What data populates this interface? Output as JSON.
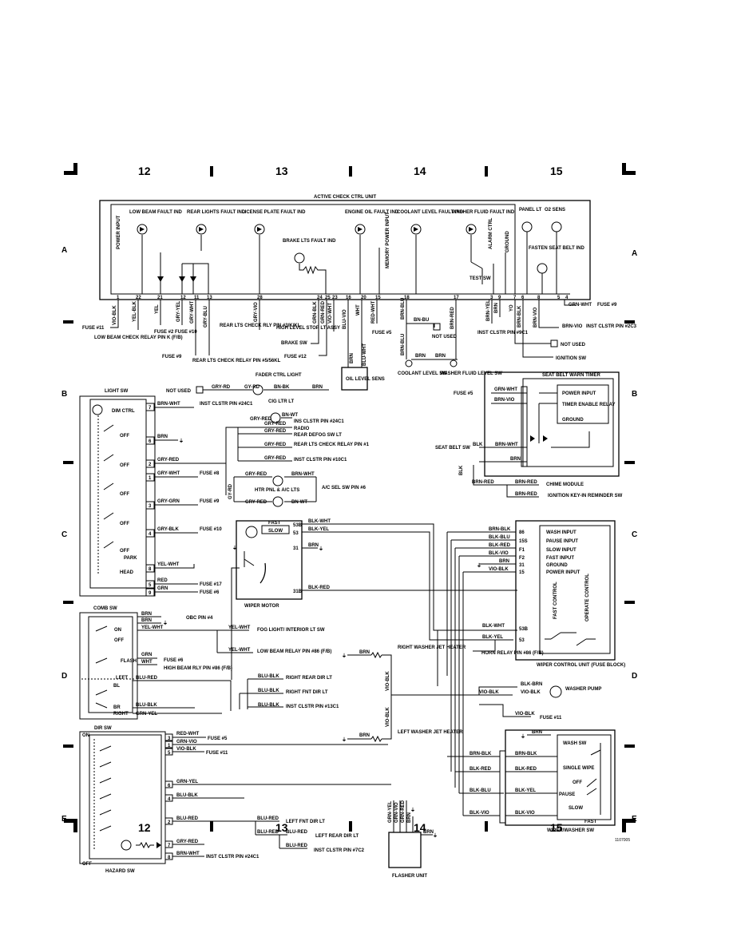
{
  "grid": {
    "columns": [
      "12",
      "13",
      "14",
      "15"
    ],
    "rows": [
      "A",
      "B",
      "C",
      "D",
      "E"
    ]
  },
  "active_check": {
    "title": "ACTIVE CHECK CTRL UNIT",
    "power_input": "POWER INPUT",
    "indicators": [
      "LOW BEAM FAULT IND",
      "REAR LIGHTS FAULT IND",
      "LICENSE PLATE FAULT IND",
      "ENGINE OIL FAULT IND",
      "COOLANT LEVEL FAULT IND",
      "WASHER FLUID FAULT IND"
    ],
    "brake_lts_fault_ind": "BRAKE LTS FAULT IND",
    "memory_power_input": "MEMORY POWER INPUT",
    "alarm_ctrl": "ALARM CTRL",
    "ground": "GROUND",
    "panel_lt": "PANEL LT",
    "o2_sens": "O2 SENS",
    "fasten_seat_belt_ind": "FASTEN SEAT BELT IND",
    "test_sw": "TEST SW",
    "pins": [
      "1",
      "22",
      "21",
      "12",
      "11",
      "13",
      "28",
      "24",
      "25",
      "23",
      "16",
      "20",
      "15",
      "18",
      "17",
      "3",
      "9",
      "7",
      "6",
      "8",
      "5",
      "4"
    ]
  },
  "top_wires": {
    "vio_blk": "VIO-BLK",
    "yel_blk": "YEL-BLK",
    "yel": "YEL",
    "gry_yel": "GRY-YEL",
    "gry_wht": "GRY-WHT",
    "gry_blu": "GRY-BLU",
    "gry_vio": "GRY-VIO",
    "grn_blk": "GRN-BLK",
    "grn_red": "GRN-RED",
    "vio_wht": "VIO-WHT",
    "blu_vio": "BLU-VIO",
    "wht": "WHT",
    "red_wht": "RED-WHT",
    "brn_blu": "BRN-BLU",
    "brn_red": "BRN-RED",
    "brn_yel": "BRN-YEL",
    "brn": "BRN",
    "yo": "YO",
    "brn_blk": "BRN-BLK",
    "brn_vio": "BRN-VIO",
    "grn_wht": "GRN-WHT",
    "blu_wht": "BLU-WHT",
    "bn_bu": "BN-BU",
    "wht_gray": "WHT"
  },
  "top_labels": {
    "fuse_11": "FUSE #11",
    "low_beam_relay": "LOW BEAM CHECK RELAY PIN K (F/B)",
    "fuse_2": "FUSE #2",
    "fuse_10": "FUSE #10",
    "rear_lts_check_rly": "REAR LTS CHECK RLY PIN #3/K/KL",
    "fuse_9": "FUSE #9",
    "rear_lts_check_relay": "REAR LTS CHECK RELAY PIN #5/56KL",
    "high_level_stop": "HIGH LEVEL STOP LT ASSY",
    "brake_sw": "BRAKE SW",
    "fuse_12": "FUSE #12",
    "fuse_5": "FUSE #5",
    "oil_level_sens": "OIL LEVEL SENS",
    "not_used": "NOT USED",
    "coolant_level_sw": "COOLANT LEVEL SW",
    "washer_fluid_level_sw": "WASHER FLUID LEVEL SW",
    "inst_clstr_9c1": "INST CLSTR PIN #9C1",
    "not_used_2": "NOT USED",
    "ignition_sw": "IGNITION SW",
    "inst_clstr_2c3": "INST CLSTR PIN #2C3",
    "fuse_9_right": "FUSE #9"
  },
  "light_sw": {
    "title": "LIGHT SW",
    "dim_ctrl": "DIM CTRL",
    "off": "OFF",
    "park": "PARK",
    "head": "HEAD",
    "not_used": "NOT USED",
    "gry_rd": "GRY-RD",
    "gy_rd": "GY-RD",
    "brn": "BRN",
    "bn_bk": "BN-BK",
    "brn_wht": "BRN-WHT",
    "inst_clstr_24c1": "INST CLSTR PIN #24C1",
    "fader_ctrl_light": "FADER CTRL LIGHT",
    "cig_ltr_lt": "CIG LTR LT",
    "gry_red": "GRY-RED",
    "bn_wt": "BN-WT",
    "ins_clstr_24c1": "INS CLSTR PIN #24C1",
    "radio": "RADIO",
    "rear_defog": "REAR DEFOG SW LT",
    "rear_lts_check_relay_1": "REAR LTS CHECK RELAY PIN #1",
    "inst_clstr_10c1": "INST CLSTR PIN #10C1",
    "brn_wht_2": "BRN-WHT",
    "htr_pnl": "HTR PNL & A/C LTS",
    "ac_sel_sw": "A/C SEL SW PIN #6",
    "gry_wht": "GRY-WHT",
    "gry_grn": "GRY-GRN",
    "gry_blk": "GRY-BLK",
    "yel_wht": "YEL-WHT",
    "red": "RED",
    "grn": "GRN",
    "fuse_8": "FUSE #8",
    "fuse_9": "FUSE #9",
    "fuse_10": "FUSE #10",
    "fuse_17": "FUSE #17",
    "fuse_6": "FUSE #6",
    "pins": [
      "7",
      "6",
      "2",
      "1",
      "3",
      "4",
      "8",
      "5",
      "9"
    ]
  },
  "seat_belt": {
    "title": "SEAT BELT WARN TIMER",
    "power_input": "POWER INPUT",
    "timer_enable_relay": "TIMER ENABLE RELAY",
    "ground": "GROUND",
    "fuse_5": "FUSE #5",
    "grn_wht": "GRN-WHT",
    "brn_vio": "BRN-VIO",
    "seat_belt_sw": "SEAT BELT SW",
    "blk": "BLK",
    "brn_wht": "BRN-WHT",
    "brn": "BRN",
    "brn_red": "BRN-RED",
    "chime_module": "CHIME MODULE",
    "ignition_key_in": "IGNITION KEY-IN REMINDER SW"
  },
  "wiper_motor": {
    "title": "WIPER MOTOR",
    "fast": "FAST",
    "slow": "SLOW",
    "blk_wht": "BLK-WHT",
    "blk_yel": "BLK-YEL",
    "brn": "BRN",
    "blk_red": "BLK-RED",
    "pins": [
      "53B",
      "53",
      "31",
      "31B"
    ]
  },
  "wiper_ctrl": {
    "title": "WIPER CONTROL UNIT (FUSE BLOCK)",
    "terminals": [
      "WASH INPUT",
      "PAUSE INPUT",
      "SLOW INPUT",
      "FAST INPUT",
      "GROUND",
      "POWER INPUT"
    ],
    "pins": [
      "86",
      "15S",
      "F1",
      "F2",
      "31",
      "15",
      "53B",
      "53"
    ],
    "wires": [
      "BRN-BLK",
      "BLK-BLU",
      "BLK-RED",
      "BLK-VIO",
      "BRN",
      "VIO-BLK",
      "BLK-WHT",
      "BLK-YEL"
    ],
    "fast_control": "FAST CONTROL",
    "operate_control": "OPERATE CONTROL",
    "horn_relay": "HORN RELAY PIN #86 (F/B)"
  },
  "comb_sw": {
    "title": "COMB SW",
    "on": "ON",
    "off": "OFF",
    "flash": "FLASH",
    "left": "LEFT",
    "bl": "BL",
    "br": "BR",
    "right": "RIGHT",
    "brn": "BRN",
    "yel_wht": "YEL-WHT",
    "grn": "GRN",
    "wht": "WHT",
    "blu_red": "BLU-RED",
    "blu_blk": "BLU-BLK",
    "grn_yel": "GRN-YEL",
    "obc_pin_4": "OBC PIN #4",
    "fog_light": "FOG LIGHT/ INTERIOR LT SW",
    "low_beam_relay": "LOW BEAM RELAY PIN #86 (F/B)",
    "fuse_6": "FUSE #6",
    "high_beam_rly": "HIGH BEAM RLY PIN #86 (F/B)",
    "right_rear_dir": "RIGHT REAR DIR LT",
    "right_fnt_dir": "RIGHT FNT DIR LT",
    "inst_clstr_13c1": "INST CLSTR PIN #13C1"
  },
  "washer": {
    "right_washer_jet": "RIGHT WASHER JET HEATER",
    "left_washer_jet": "LEFT WASHER JET HEATER",
    "brn": "BRN",
    "vio_blk": "VIO-BLK",
    "washer_pump": "WASHER PUMP",
    "blk_brn": "BLK-BRN",
    "fuse_11": "FUSE #11"
  },
  "wiper_washer_sw": {
    "title": "WIPER/WASHER SW",
    "wash_sw": "WASH SW",
    "single_wipe": "SINGLE WIPE",
    "off": "OFF",
    "pause": "PAUSE",
    "slow": "SLOW",
    "fast": "FAST",
    "brn": "BRN",
    "brn_blk": "BRN-BLK",
    "blk_red": "BLK-RED",
    "blk_yel": "BLK-YEL",
    "blk_blu": "BLK-BLU",
    "blk_vio": "BLK-VIO"
  },
  "dir_sw": {
    "title": "DIR SW",
    "hazard_sw": "HAZARD SW",
    "on": "ON",
    "off": "OFF",
    "red_wht": "RED-WHT",
    "grn_vio": "GRN-VIO",
    "vio_blk": "VIO-BLK",
    "grn_yel": "GRN-YEL",
    "blu_blk": "BLU-BLK",
    "blu_red": "BLU-RED",
    "gry_red": "GRY-RED",
    "brn_wht": "BRN-WHT",
    "fuse_5": "FUSE #5",
    "fuse_11": "FUSE #11",
    "left_fnt_dir": "LEFT FNT DIR LT",
    "left_rear_dir": "LEFT REAR DIR LT",
    "inst_clstr_7c2": "INST CLSTR PIN #7C2",
    "inst_clstr_24c1": "INST CLSTR PIN #24C1",
    "pins": [
      "3",
      "1",
      "5",
      "6",
      "4",
      "2",
      "7",
      "8"
    ]
  },
  "flasher": {
    "title": "FLASHER UNIT",
    "wires": [
      "GRN-YEL",
      "GRN-VIO",
      "GRN-RED",
      "BRN"
    ]
  },
  "footer_code": "1107005"
}
